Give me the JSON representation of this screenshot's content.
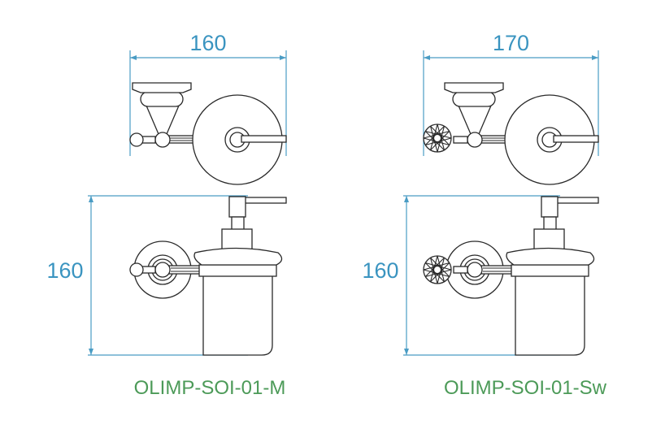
{
  "colors": {
    "dimension": "#4a9cc4",
    "label": "#4c9a58",
    "line": "#2a2a2a"
  },
  "products": [
    {
      "model": "OLIMP-SOI-01-M",
      "width_label": "160",
      "height_label": "160",
      "knob": "round-ball"
    },
    {
      "model": "OLIMP-SOI-01-Sw",
      "width_label": "170",
      "height_label": "160",
      "knob": "crystal-ball"
    }
  ]
}
